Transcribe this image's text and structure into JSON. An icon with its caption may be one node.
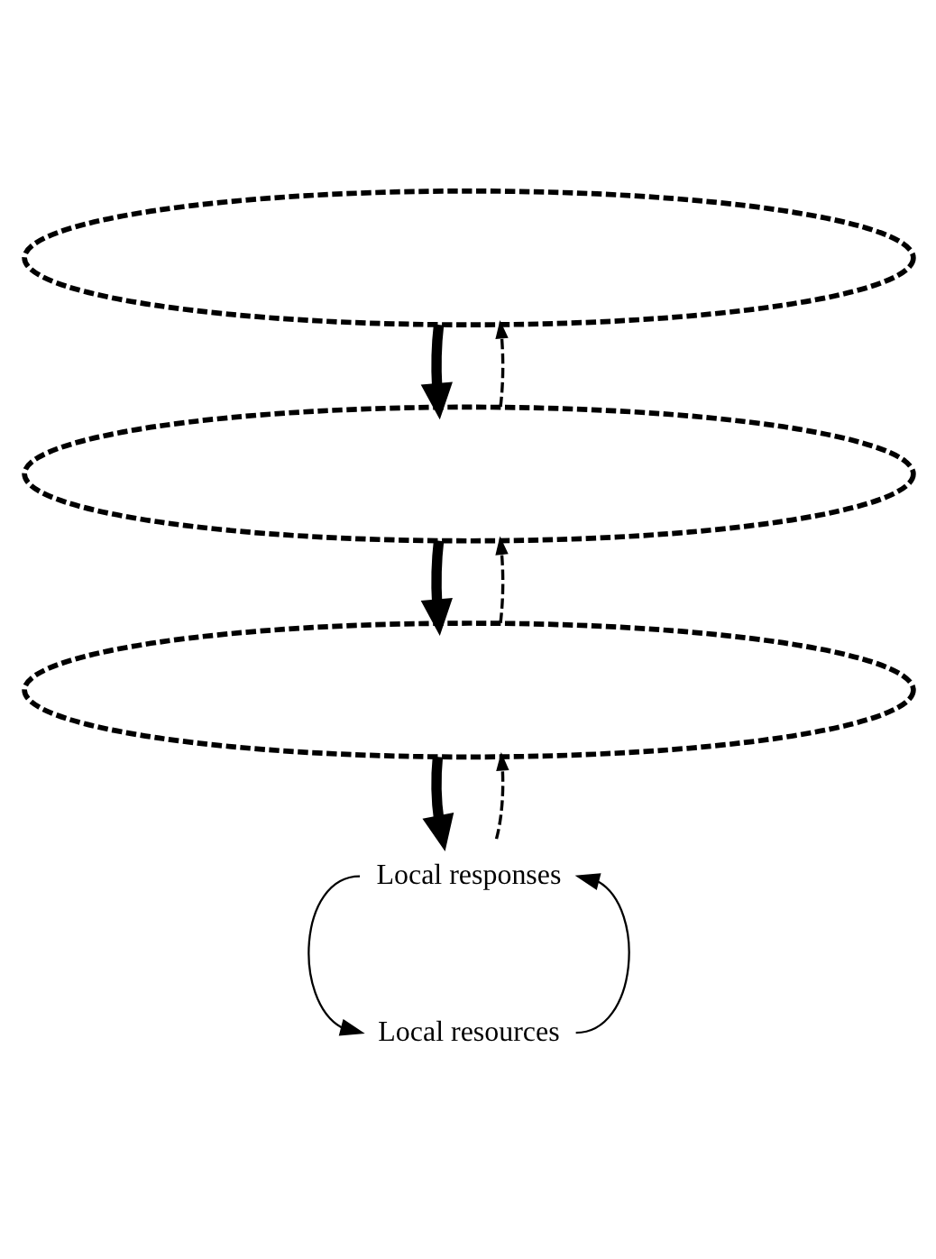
{
  "diagram": {
    "nodes": [
      {
        "text": [],
        "shape": "arc"
      },
      {
        "text": [],
        "shape": "arc"
      },
      {
        "text": [],
        "shape": "arc"
      },
      {
        "text": [
          "Local responses"
        ]
      },
      {
        "text": [
          "Local resources"
        ]
      }
    ],
    "edges": [
      {
        "from": 0,
        "to": 1,
        "arrow": "to",
        "style": "thick"
      },
      {
        "from": 1,
        "to": 0,
        "arrow": "to",
        "style": "dashed"
      },
      {
        "from": 1,
        "to": 2,
        "arrow": "to",
        "style": "thick"
      },
      {
        "from": 2,
        "to": 1,
        "arrow": "to",
        "style": "dashed"
      },
      {
        "from": 2,
        "to": 3,
        "arrow": "to",
        "style": "thick"
      },
      {
        "from": 3,
        "to": 2,
        "arrow": "to",
        "style": "dashed"
      },
      {
        "from": 3,
        "to": 4,
        "arrow": "to"
      },
      {
        "from": 4,
        "to": 3,
        "arrow": "to"
      }
    ]
  }
}
